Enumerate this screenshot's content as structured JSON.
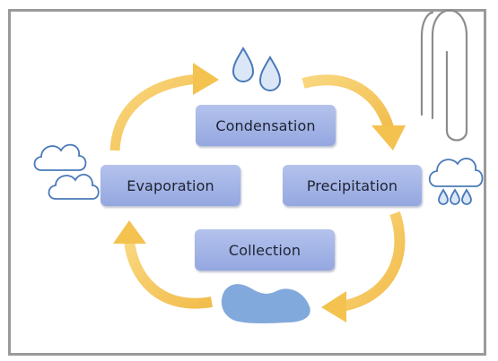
{
  "diagram": {
    "stages": {
      "condensation": "Condensation",
      "evaporation": "Evaporation",
      "precipitation": "Precipitation",
      "collection": "Collection"
    },
    "icons": {
      "condensation": "water-drops-icon",
      "evaporation": "clouds-icon",
      "precipitation": "rain-cloud-icon",
      "collection": "water-puddle-icon",
      "attachment": "paperclip-icon"
    },
    "colors": {
      "arrow": "#f7c95e",
      "box_fill": "#a4b4e6",
      "icon_stroke": "#4a7ab8",
      "icon_fill": "#dbe7f7",
      "puddle": "#82a9dc",
      "frame": "#9a9a9a"
    }
  }
}
